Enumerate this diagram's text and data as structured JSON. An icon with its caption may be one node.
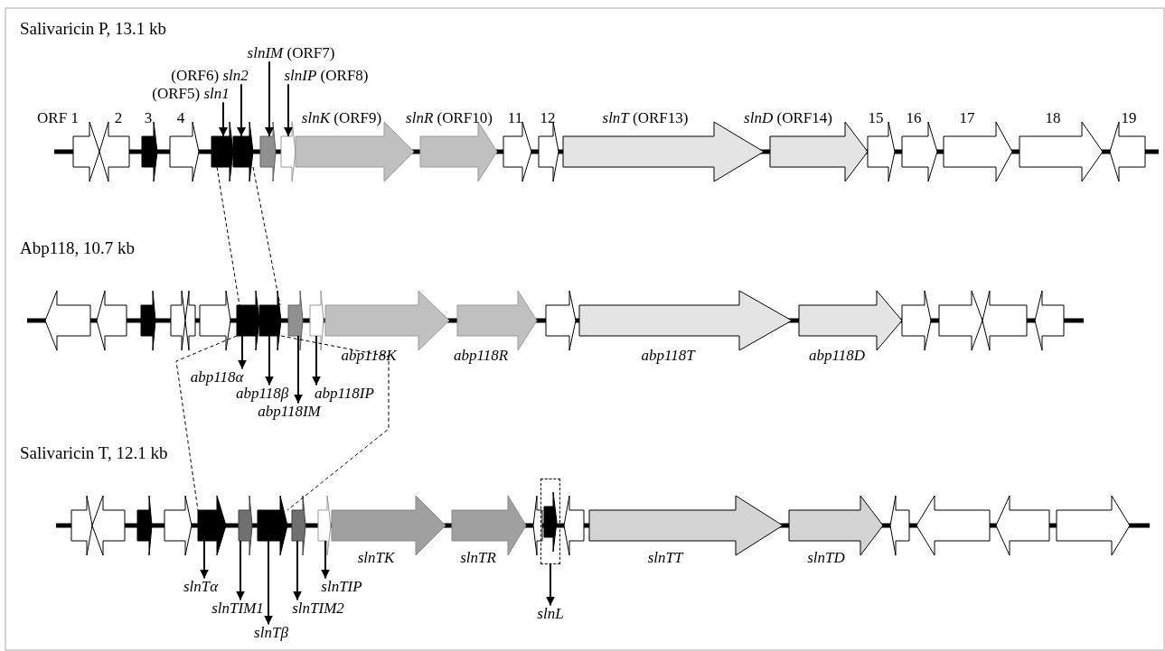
{
  "diagram": {
    "nodes": [
      {
        "text": [
          "(ORF5) *sln1*"
        ]
      },
      {
        "text": [
          "(ORF6) *sln2*"
        ]
      },
      {
        "text": [
          "*slnIM* (ORF7)"
        ]
      },
      {
        "text": [
          "*slnIP* (ORF8)"
        ]
      },
      {
        "text": [
          "ORF 1"
        ]
      },
      {
        "text": [
          "2"
        ]
      },
      {
        "text": [
          "3"
        ]
      },
      {
        "text": [
          "4"
        ]
      },
      {
        "text": [],
        "shape": "arrow"
      },
      {
        "text": [],
        "shape": "arrow"
      },
      {
        "text": [],
        "shape": "arrow"
      },
      {
        "text": [],
        "shape": "arrow"
      },
      {
        "text": [
          "*slnK* (ORF9)"
        ]
      },
      {
        "text": [
          "*slnR* (ORF10)"
        ]
      },
      {
        "text": [
          "11"
        ]
      },
      {
        "text": [
          "12"
        ]
      },
      {
        "text": [
          "*slnT* (ORF13)"
        ]
      },
      {
        "text": [
          "*slnD* (ORF14)"
        ]
      },
      {
        "text": [
          "15"
        ]
      },
      {
        "text": [
          "16"
        ]
      },
      {
        "text": [
          "17"
        ]
      },
      {
        "text": [
          "18"
        ]
      },
      {
        "text": [
          "19"
        ]
      },
      {
        "text": [],
        "shape": "arrow"
      },
      {
        "text": [],
        "shape": "arrow"
      },
      {
        "text": [],
        "shape": "arrow"
      },
      {
        "text": [],
        "shape": "arrow"
      },
      {
        "text": [],
        "shape": "arrow"
      },
      {
        "text": [],
        "shape": "arrow"
      },
      {
        "text": [],
        "shape": "arrow"
      },
      {
        "text": [],
        "shape": "arrow"
      },
      {
        "text": [],
        "shape": "arrow"
      },
      {
        "text": [],
        "shape": "arrow"
      },
      {
        "text": [
          "abp118K"
        ]
      },
      {
        "text": [
          "abp118R"
        ]
      },
      {
        "text": [],
        "shape": "arrow"
      },
      {
        "text": [
          "abp118T"
        ]
      },
      {
        "text": [
          "abp118D"
        ]
      },
      {
        "text": [],
        "shape": "arrow"
      },
      {
        "text": [],
        "shape": "arrow"
      },
      {
        "text": [],
        "shape": "arrow"
      },
      {
        "text": [],
        "shape": "arrow"
      },
      {
        "text": [
          "abp118α"
        ]
      },
      {
        "text": [
          "abp118β"
        ]
      },
      {
        "text": [
          "abp118IM"
        ]
      },
      {
        "text": [
          "abp118IP"
        ]
      },
      {
        "text": [],
        "shape": "arrow"
      },
      {
        "text": [],
        "shape": "arrow"
      },
      {
        "text": [],
        "shape": "arrow"
      },
      {
        "text": [],
        "shape": "arrow"
      },
      {
        "text": [],
        "shape": "arrow"
      },
      {
        "text": [],
        "shape": "arrow"
      },
      {
        "text": [],
        "shape": "arrow"
      },
      {
        "text": [],
        "shape": "arrow"
      },
      {
        "text": [],
        "shape": "arrow"
      },
      {
        "text": [
          "slnTK"
        ]
      },
      {
        "text": [
          "slnTR"
        ]
      },
      {
        "text": [],
        "shape": "arrow"
      },
      {
        "text": [],
        "shape": "box"
      },
      {
        "text": [],
        "shape": "arrow",
        "in": 58
      },
      {
        "text": [],
        "shape": "arrow"
      },
      {
        "text": [
          "slnTT"
        ]
      },
      {
        "text": [
          "slnTD"
        ]
      },
      {
        "text": [],
        "shape": "arrow"
      },
      {
        "text": [],
        "shape": "arrow"
      },
      {
        "text": [],
        "shape": "arrow"
      },
      {
        "text": [],
        "shape": "arrow"
      },
      {
        "text": [
          "slnTα"
        ]
      },
      {
        "text": [
          "slnTIM1"
        ]
      },
      {
        "text": [
          "slnTβ"
        ]
      },
      {
        "text": [
          "slnTIM2"
        ]
      },
      {
        "text": [
          "slnTIP"
        ]
      },
      {
        "text": [
          "slnL"
        ]
      }
    ],
    "edges": [
      {
        "from": 0,
        "to": 8,
        "arrow": "to"
      },
      {
        "from": 1,
        "to": 9,
        "arrow": "to"
      },
      {
        "from": 2,
        "to": 10,
        "arrow": "to"
      },
      {
        "from": 3,
        "to": 11,
        "arrow": "to"
      },
      {
        "from": 8,
        "to": 29,
        "arrow": "none",
        "style": "dashed"
      },
      {
        "from": 9,
        "to": 30,
        "arrow": "none",
        "style": "dashed"
      },
      {
        "from": 29,
        "to": 42,
        "arrow": "to"
      },
      {
        "from": 30,
        "to": 43,
        "arrow": "to"
      },
      {
        "from": 31,
        "to": 44,
        "arrow": "to"
      },
      {
        "from": 32,
        "to": 45,
        "arrow": "to"
      },
      {
        "from": 29,
        "to": 50,
        "arrow": "none",
        "style": "dashed"
      },
      {
        "from": 30,
        "to": 52,
        "arrow": "none",
        "style": "dashed"
      },
      {
        "from": 50,
        "to": 67,
        "arrow": "to"
      },
      {
        "from": 51,
        "to": 68,
        "arrow": "to"
      },
      {
        "from": 52,
        "to": 69,
        "arrow": "to"
      },
      {
        "from": 53,
        "to": 70,
        "arrow": "to"
      },
      {
        "from": 54,
        "to": 71,
        "arrow": "to"
      },
      {
        "from": 58,
        "to": 72,
        "arrow": "to"
      }
    ],
    "labels": [
      "Salivaricin P, 13.1 kb",
      "Abp118, 10.7 kb",
      "Salivaricin T, 12.1 kb"
    ]
  }
}
